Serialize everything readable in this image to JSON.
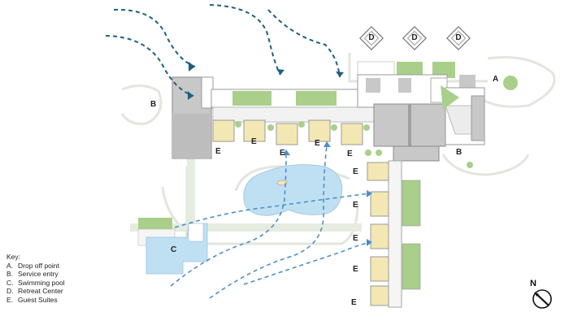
{
  "legend": {
    "heading": "Key:",
    "items": [
      {
        "letter": "A.",
        "text": "Drop off point"
      },
      {
        "letter": "B.",
        "text": "Service entry"
      },
      {
        "letter": "C.",
        "text": "Swimming pool"
      },
      {
        "letter": "D.",
        "text": "Retreat Center"
      },
      {
        "letter": "E.",
        "text": "Guest Suites"
      }
    ]
  },
  "labels": {
    "a": "A",
    "b": "B",
    "c": "C",
    "d": "D",
    "e": "E"
  },
  "compass": {
    "north": "N"
  },
  "colors": {
    "building_gray": "#c8c8c8",
    "wall_dark": "#8a8a8a",
    "green_roof": "#a9cf8a",
    "suite_yellow": "#f3e7b4",
    "pool_blue": "#bfe0f3",
    "path_blue_dark": "#1f5f80",
    "path_blue_light": "#4d8fc9",
    "landscape_line": "#dfe6d6"
  }
}
